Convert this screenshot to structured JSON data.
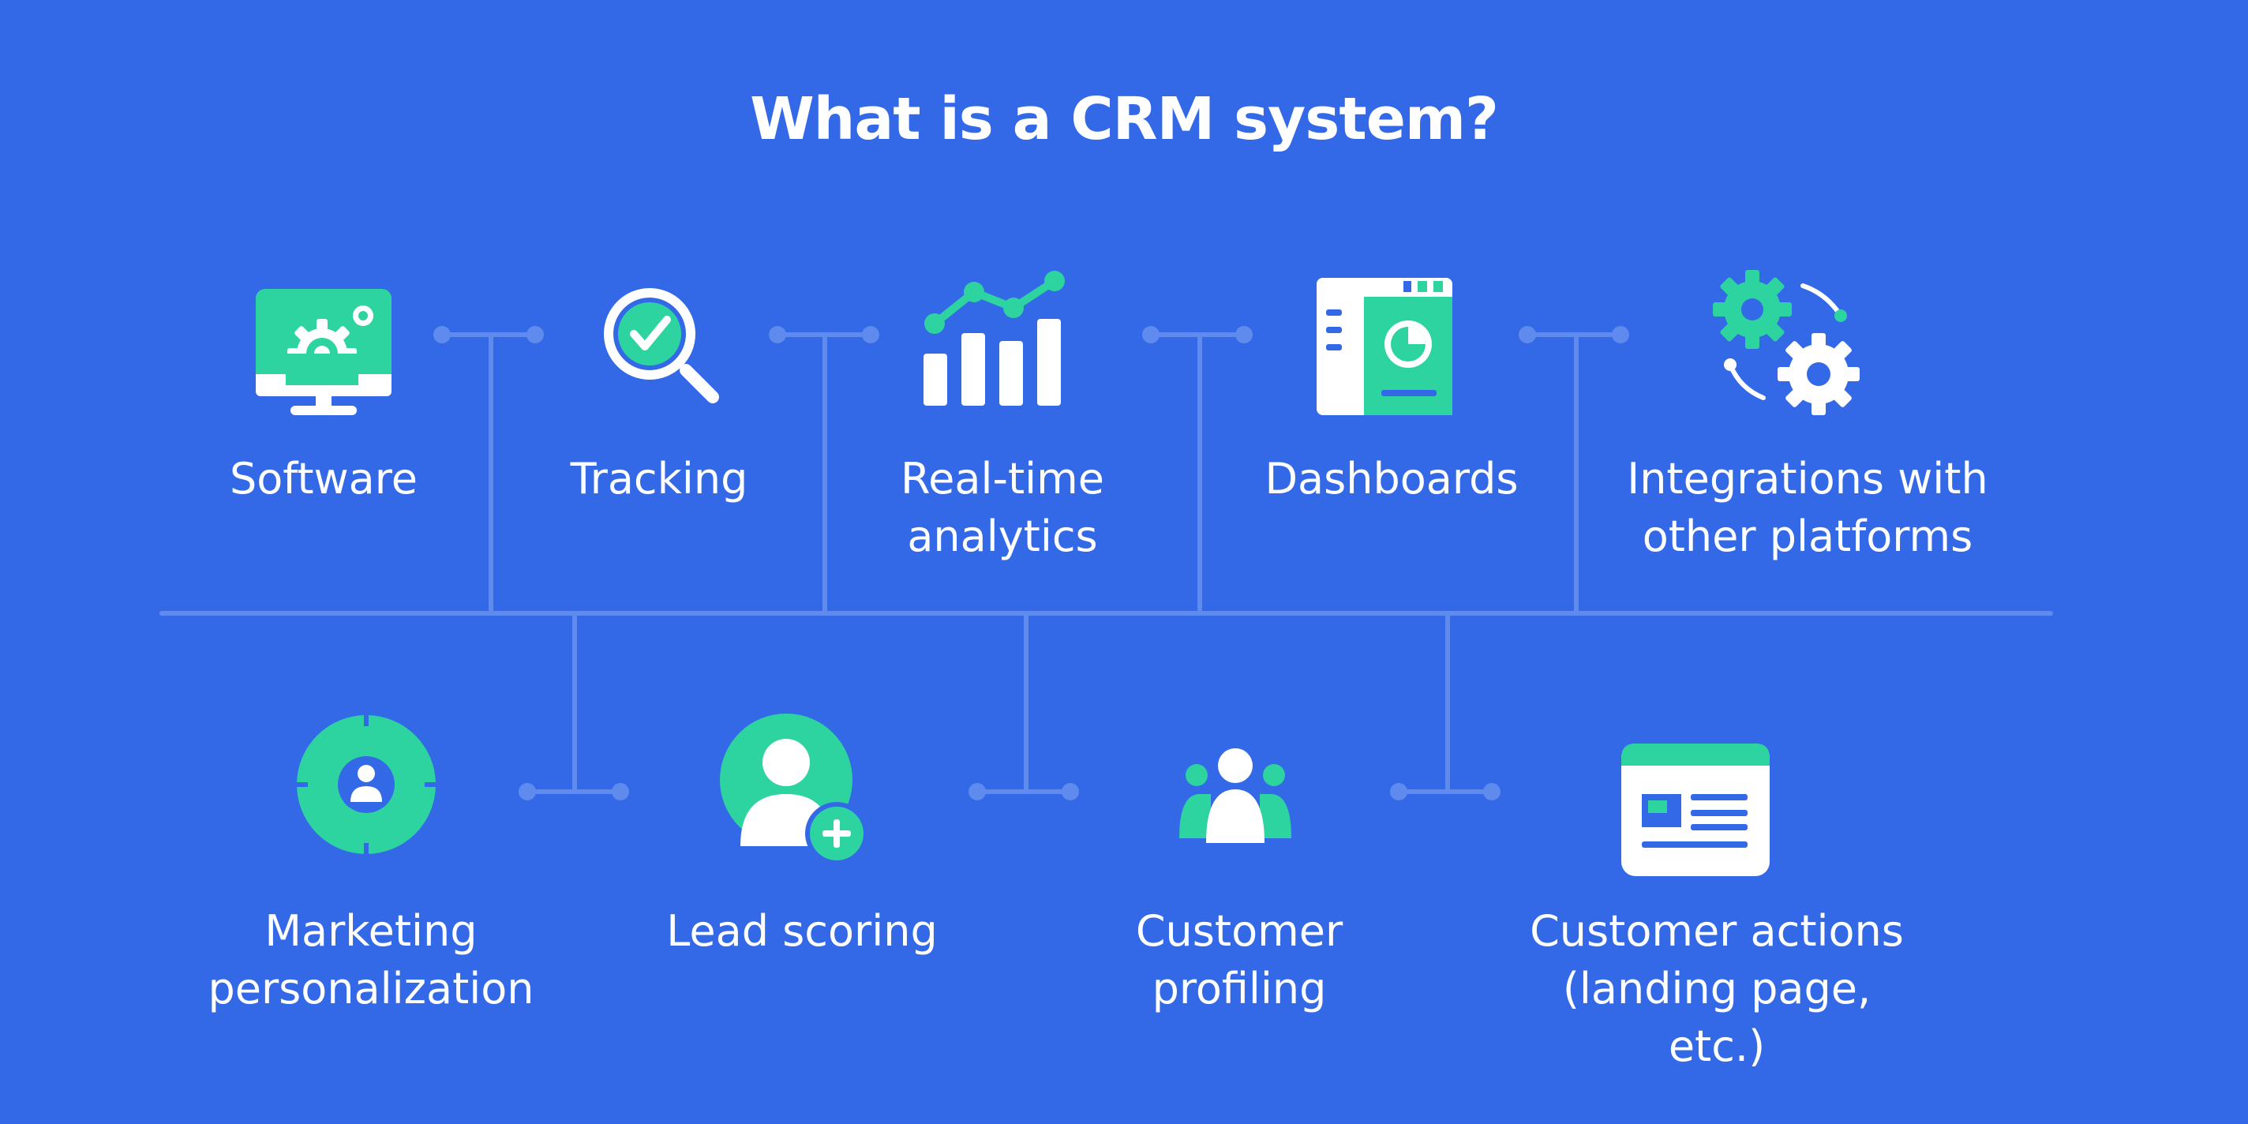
{
  "title": "What is a CRM system?",
  "colors": {
    "background": "#3369E7",
    "accent": "#2DD4A0",
    "connector": "#5E8BED",
    "icon_white": "#FFFFFF"
  },
  "top_items": [
    {
      "label": "Software",
      "icon": "monitor-gear-icon"
    },
    {
      "label": "Tracking",
      "icon": "magnifier-check-icon"
    },
    {
      "label": "Real-time\nanalytics",
      "icon": "bar-chart-trend-icon"
    },
    {
      "label": "Dashboards",
      "icon": "dashboard-window-icon"
    },
    {
      "label": "Integrations with\nother platforms",
      "icon": "gears-sync-icon"
    }
  ],
  "bottom_items": [
    {
      "label": "Marketing\npersonalization",
      "icon": "target-user-icon"
    },
    {
      "label": "Lead scoring",
      "icon": "user-add-icon"
    },
    {
      "label": "Customer\nprofiling",
      "icon": "user-group-icon"
    },
    {
      "label": "Customer actions\n(landing page, etc.)",
      "icon": "landing-page-icon"
    }
  ]
}
